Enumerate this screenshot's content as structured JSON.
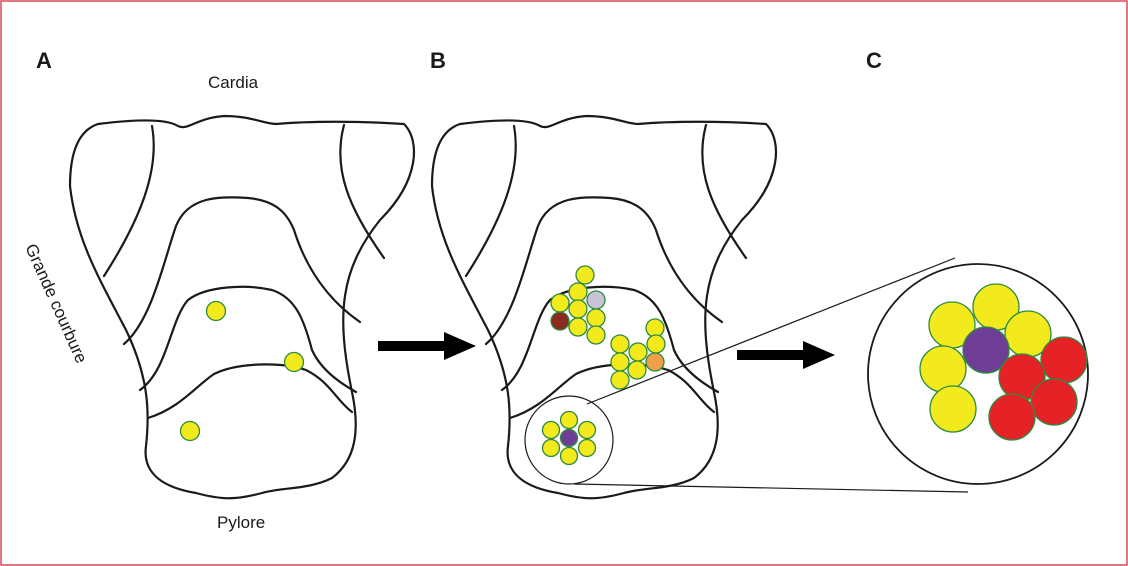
{
  "panels": {
    "a": {
      "letter": "A"
    },
    "b": {
      "letter": "B"
    },
    "c": {
      "letter": "C"
    }
  },
  "labels": {
    "cardia": "Cardia",
    "grande_courbure": "Grande courbure",
    "pylore": "Pylore"
  },
  "colors": {
    "frame": "#d84a5a",
    "cell_yellow": "#f2ea1c",
    "cell_border": "#2e8b3e",
    "cell_purple": "#6e3e96",
    "cell_red": "#e52226",
    "cell_lavender": "#c9c3d8",
    "cell_brown": "#8b2a1f",
    "cell_orange": "#f0a04b",
    "arrow": "#000000"
  }
}
